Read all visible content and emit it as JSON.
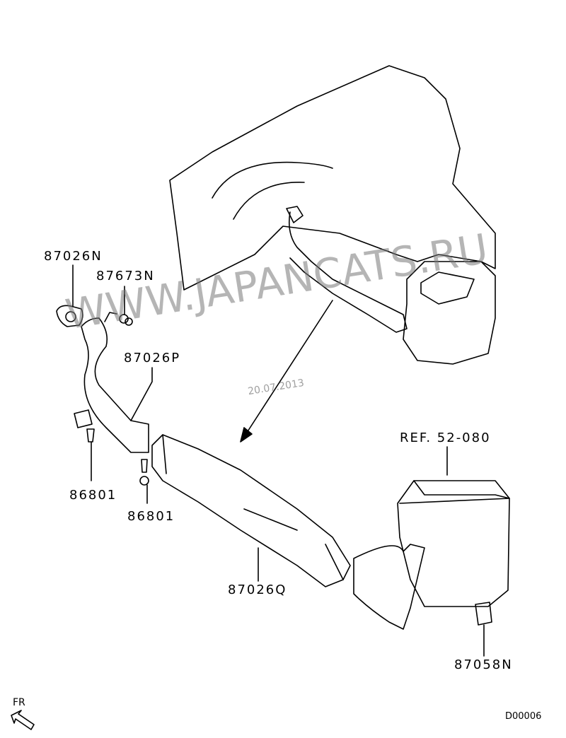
{
  "diagram": {
    "callouts": {
      "p87026n": "87026N",
      "p87673n": "87673N",
      "p87026p": "87026P",
      "p86801a": "86801",
      "p86801b": "86801",
      "p87026q": "87026Q",
      "ref": "REF. 52-080",
      "p87058n": "87058N"
    },
    "direction_label": "FR",
    "diagram_code": "D00006",
    "watermark": "WWW.JAPANCATS.RU",
    "watermark_date": "20.07.2013"
  }
}
